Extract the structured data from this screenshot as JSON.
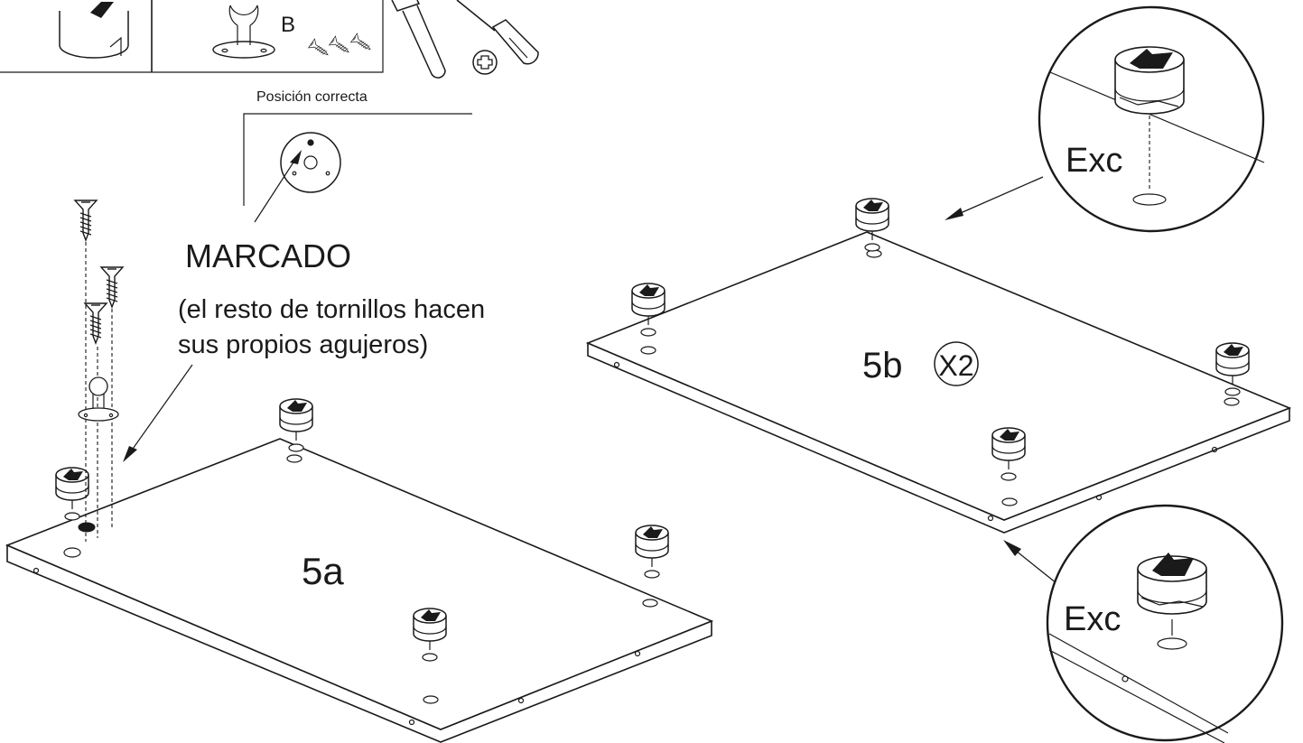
{
  "header": {
    "hardware_letter": "B",
    "position_caption": "Posición correcta"
  },
  "callout": {
    "title": "MARCADO",
    "note_line1": "(el resto de tornillos hacen",
    "note_line2": "sus propios agujeros)"
  },
  "panels": {
    "a_label": "5a",
    "b_label": "5b",
    "b_quantity": "X2"
  },
  "details": {
    "top_label": "Exc",
    "bottom_label": "Exc"
  }
}
